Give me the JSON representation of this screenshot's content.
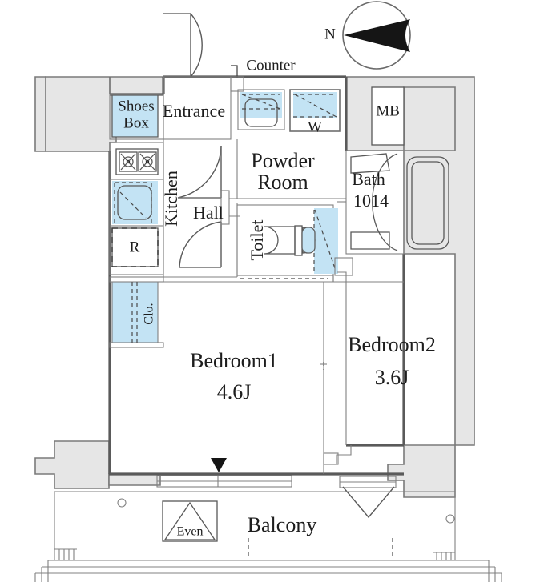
{
  "document": {
    "type": "floor-plan",
    "title": "Apartment Floor Plan",
    "unit_system": "J (tatami mats)"
  },
  "compass": {
    "north_label": "N",
    "direction": "needle-points-left"
  },
  "annotations": {
    "counter": "Counter"
  },
  "rooms": [
    {
      "key": "shoes_box",
      "label_line1": "Shoes",
      "label_line2": "Box",
      "area": ""
    },
    {
      "key": "entrance",
      "label": "Entrance",
      "area": ""
    },
    {
      "key": "kitchen",
      "label": "Kitchen",
      "area": ""
    },
    {
      "key": "hall",
      "label": "Hall",
      "area": ""
    },
    {
      "key": "powder_room",
      "label_line1": "Powder",
      "label_line2": "Room",
      "area": ""
    },
    {
      "key": "toilet",
      "label": "Toilet",
      "area": ""
    },
    {
      "key": "bath",
      "label_line1": "Bath",
      "label_line2": "1014",
      "area": ""
    },
    {
      "key": "bedroom1",
      "label": "Bedroom1",
      "area": "4.6J"
    },
    {
      "key": "bedroom2",
      "label": "Bedroom2",
      "area": "3.6J"
    },
    {
      "key": "closet",
      "label": "Clo.",
      "area": ""
    },
    {
      "key": "balcony",
      "label": "Balcony",
      "area": ""
    }
  ],
  "labels": {
    "shoes_box_1": "Shoes",
    "shoes_box_2": "Box",
    "entrance": "Entrance",
    "kitchen": "Kitchen",
    "hall": "Hall",
    "powder_1": "Powder",
    "powder_2": "Room",
    "toilet": "Toilet",
    "bath_1": "Bath",
    "bath_2": "1014",
    "bedroom1_name": "Bedroom1",
    "bedroom1_area": "4.6J",
    "bedroom2_name": "Bedroom2",
    "bedroom2_area": "3.6J",
    "closet": "Clo.",
    "balcony": "Balcony",
    "counter": "Counter",
    "meter_box": "MB",
    "washer": "W",
    "refrigerator": "R",
    "evacuation_hatch": "Even",
    "north": "N"
  },
  "fixtures": [
    {
      "key": "shoes-box",
      "label": "Shoes Box",
      "shaded": true
    },
    {
      "key": "gas-stove",
      "label": "",
      "shaded": false
    },
    {
      "key": "kitchen-sink",
      "label": "",
      "shaded": true
    },
    {
      "key": "refrigerator",
      "label": "R",
      "shaded": false
    },
    {
      "key": "closet",
      "label": "Clo.",
      "shaded": true
    },
    {
      "key": "wash-basin",
      "label": "",
      "shaded": true
    },
    {
      "key": "washing-machine",
      "label": "W",
      "shaded": true
    },
    {
      "key": "meter-box",
      "label": "MB",
      "shaded": false
    },
    {
      "key": "toilet-bowl",
      "label": "",
      "shaded": true
    },
    {
      "key": "bathtub",
      "label": "",
      "shaded": false
    },
    {
      "key": "evacuation-hatch",
      "label": "Even",
      "shaded": false
    }
  ],
  "colors": {
    "fixture_blue": "#c3e3f4",
    "wall_fill": "#e6e6e6",
    "wall_stroke": "#7a7a7a",
    "line": "#585858",
    "text": "#1d1d1d",
    "compass_needle": "#151515"
  }
}
